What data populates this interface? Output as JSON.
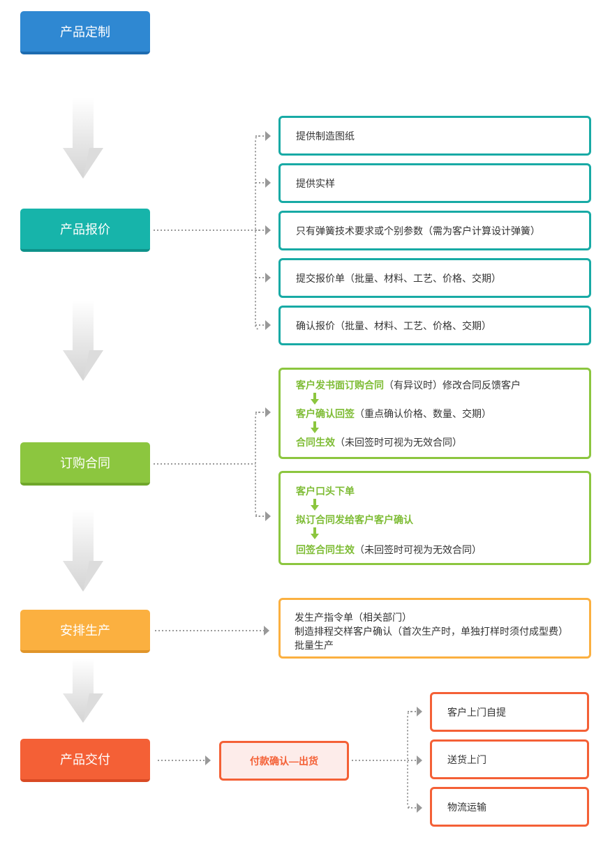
{
  "steps": {
    "customize": "产品定制",
    "quote": "产品报价",
    "contract": "订购合同",
    "production": "安排生产",
    "delivery": "产品交付"
  },
  "quote_items": [
    "提供制造图纸",
    "提供实样",
    "只有弹簧技术要求或个别参数（需为客户计算设计弹簧）",
    "提交报价单（批量、材料、工艺、价格、交期）",
    "确认报价（批量、材料、工艺、价格、交期）"
  ],
  "contract_a": {
    "line1_hl": "客户发书面订购合同",
    "line1_rest": "（有异议时）修改合同反馈客户",
    "line2_hl": "客户确认回签",
    "line2_rest": "（重点确认价格、数量、交期）",
    "line3_hl": "合同生效",
    "line3_rest": "（未回签时可视为无效合同）"
  },
  "contract_b": {
    "line1_hl": "客户口头下单",
    "line2_hl": "拟订合同发给客户客户确认",
    "line3_hl": "回签合同生效",
    "line3_rest": "（未回签时可视为无效合同）"
  },
  "production_items": [
    "发生产指令单（相关部门）",
    "制造排程交样客户确认（首次生产时，单独打样时须付成型费）",
    "批量生产"
  ],
  "payment": "付款确认—出货",
  "delivery_items": [
    "客户上门自提",
    "送货上门",
    "物流运输"
  ],
  "colors": {
    "blue": "#2f88d2",
    "teal": "#17b4aa",
    "green": "#8cc63f",
    "orange": "#fbb040",
    "red": "#f46036",
    "connector": "#999999"
  }
}
